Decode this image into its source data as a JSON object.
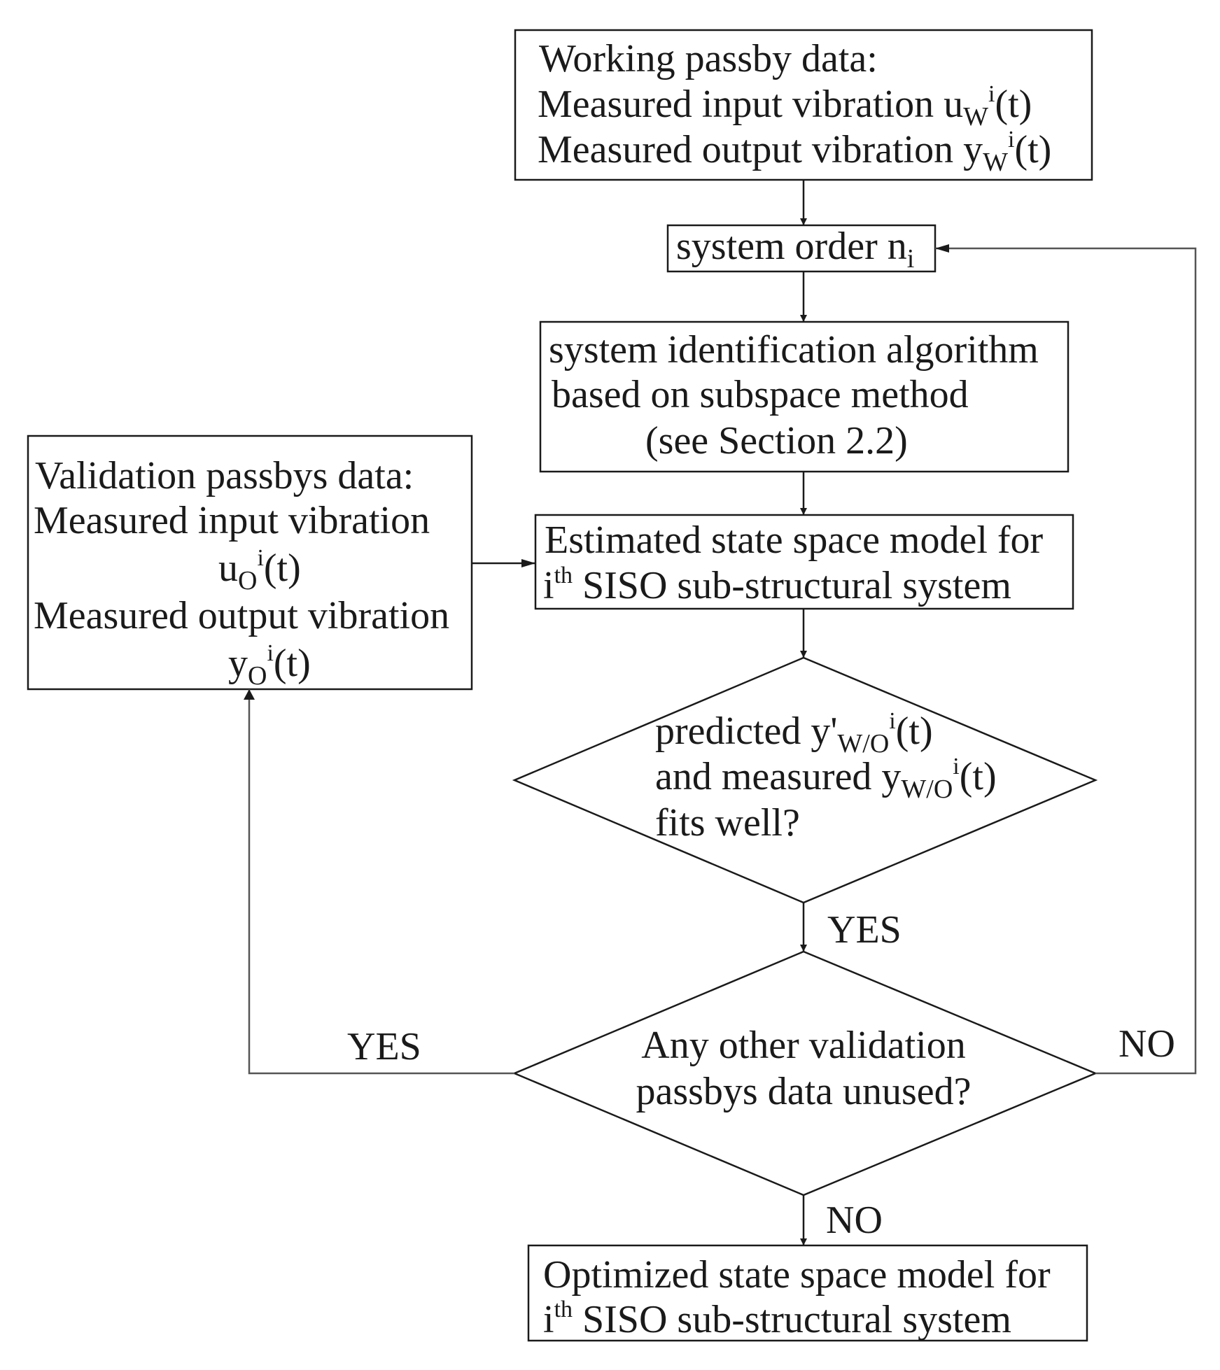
{
  "nodes": {
    "working": {
      "line1": "Working passby data:",
      "line2_prefix": "Measured input vibration u",
      "line2_sub": "W",
      "line2_sup": "i",
      "line2_suffix": "(t)",
      "line3_prefix": "Measured output vibration y",
      "line3_sub": "W",
      "line3_sup": "i",
      "line3_suffix": "(t)"
    },
    "order": {
      "prefix": "system order n",
      "sub": "i"
    },
    "identification": {
      "line1": "system identification algorithm",
      "line2": "based on subspace method",
      "line3": "(see Section 2.2)"
    },
    "validation": {
      "line1": "Validation passbys data:",
      "line2": "Measured input vibration",
      "line3_prefix": "u",
      "line3_sub": "O",
      "line3_sup": "i",
      "line3_suffix": "(t)",
      "line4": "Measured output vibration",
      "line5_prefix": "y",
      "line5_sub": "O",
      "line5_sup": "i",
      "line5_suffix": "(t)"
    },
    "estimated": {
      "line1": "Estimated state space model for",
      "line2_prefix": "i",
      "line2_sup": "th",
      "line2_suffix": " SISO sub-structural system"
    },
    "fit_decision": {
      "line1_prefix": "predicted y'",
      "line1_sub": "W/O",
      "line1_sup": "i",
      "line1_suffix": "(t)",
      "line2_prefix": "and measured  y",
      "line2_sub": "W/O",
      "line2_sup": "i",
      "line2_suffix": "(t)",
      "line3": "fits well?"
    },
    "unused_decision": {
      "line1": "Any other validation",
      "line2": "passbys data unused?"
    },
    "optimized": {
      "line1": "Optimized state space model for",
      "line2_prefix": "i",
      "line2_sup": "th",
      "line2_suffix": " SISO sub-structural system"
    }
  },
  "edge_labels": {
    "fit_yes": "YES",
    "unused_yes": "YES",
    "unused_no_right": "NO",
    "unused_no_down": "NO"
  }
}
